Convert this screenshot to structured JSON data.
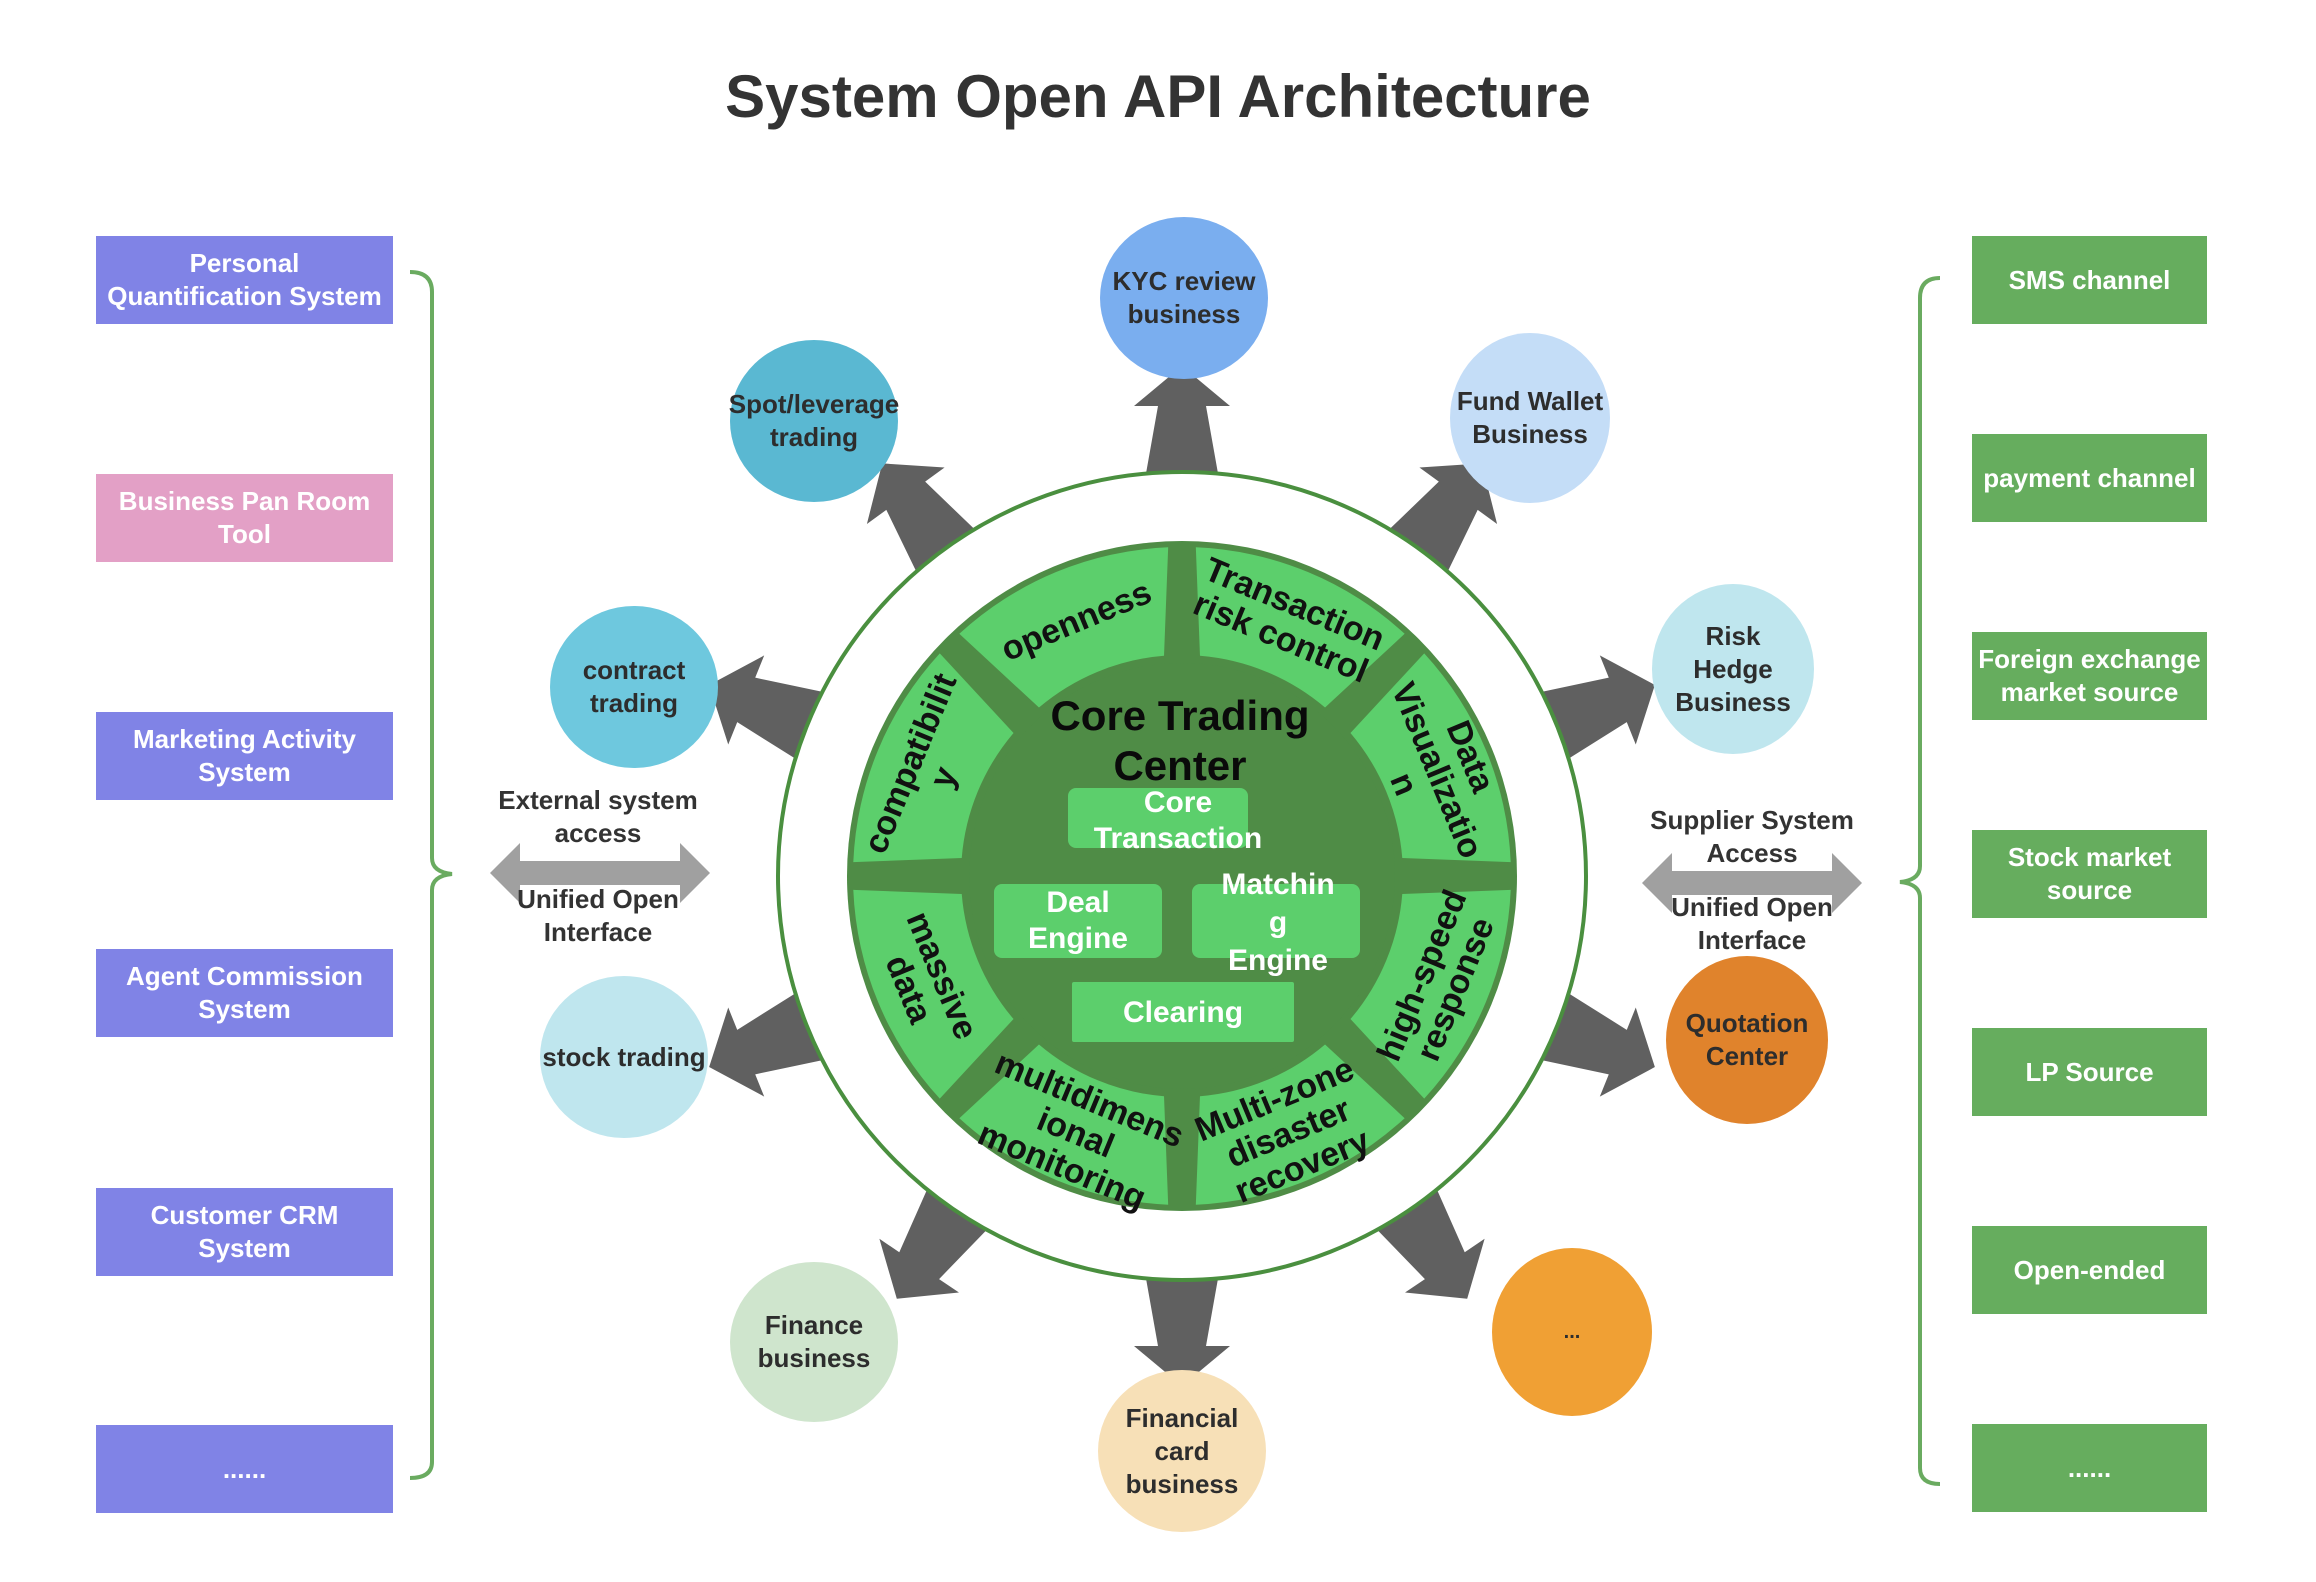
{
  "title": "System Open API Architecture",
  "left_systems": [
    {
      "label": "Personal Quantification System",
      "color": "#8083e6"
    },
    {
      "label": "Business Pan Room Tool",
      "color": "#e3a0c6"
    },
    {
      "label": "Marketing Activity System",
      "color": "#8083e6"
    },
    {
      "label": "Agent Commission System",
      "color": "#8083e6"
    },
    {
      "label": "Customer CRM System",
      "color": "#8083e6"
    },
    {
      "label": "......",
      "color": "#8083e6"
    }
  ],
  "right_systems": [
    {
      "label": "SMS channel"
    },
    {
      "label": "payment channel"
    },
    {
      "label": "Foreign exchange market source"
    },
    {
      "label": "Stock market source"
    },
    {
      "label": "LP Source"
    },
    {
      "label": "Open-ended"
    },
    {
      "label": "......"
    }
  ],
  "connectors": {
    "left": {
      "top": "External system access",
      "bottom": "Unified Open Interface"
    },
    "right": {
      "top": "Supplier System Access",
      "bottom": "Unified Open Interface"
    }
  },
  "business_nodes": [
    {
      "label": "KYC review business",
      "color": "#7aaeef"
    },
    {
      "label": "Fund Wallet Business",
      "color": "#c4ddf7"
    },
    {
      "label": "Risk Hedge Business",
      "color": "#bfe6ee"
    },
    {
      "label": "Quotation Center",
      "color": "#e0832c"
    },
    {
      "label": "...",
      "color": "#f0a034"
    },
    {
      "label": "Financial card business",
      "color": "#f7e0b7"
    },
    {
      "label": "Finance business",
      "color": "#cfe5cd"
    },
    {
      "label": "stock trading",
      "color": "#bfe6ee"
    },
    {
      "label": "contract trading",
      "color": "#6ec8de"
    },
    {
      "label": "Spot/leverage trading",
      "color": "#5ab8d2"
    }
  ],
  "core": {
    "title_line1": "Core Trading",
    "title_line2": "Center",
    "features": [
      {
        "lines": [
          "openness"
        ]
      },
      {
        "lines": [
          "Transaction",
          "risk control"
        ]
      },
      {
        "lines": [
          "Data",
          "Visualizatio",
          "n"
        ]
      },
      {
        "lines": [
          "high-speed",
          "response"
        ]
      },
      {
        "lines": [
          "Multi-zone",
          "disaster",
          "recovery"
        ]
      },
      {
        "lines": [
          "multidimens",
          "ional",
          "monitoring"
        ]
      },
      {
        "lines": [
          "massive",
          "data"
        ]
      },
      {
        "lines": [
          "compatibilit",
          "y"
        ]
      }
    ],
    "modules": {
      "core_transaction": [
        "Core",
        "Transaction"
      ],
      "deal_engine": [
        "Deal",
        "Engine"
      ],
      "matching_engine": [
        "Matchin",
        "g",
        "Engine"
      ],
      "clearing": [
        "Clearing"
      ]
    }
  },
  "colors": {
    "ring_light": "#5ccf6c",
    "ring_dark": "#4f8c46",
    "ring_outline": "#4a8f3f",
    "arrow": "#606060",
    "connector_arrow": "#a0a0a0",
    "bracket": "#6aab60"
  }
}
